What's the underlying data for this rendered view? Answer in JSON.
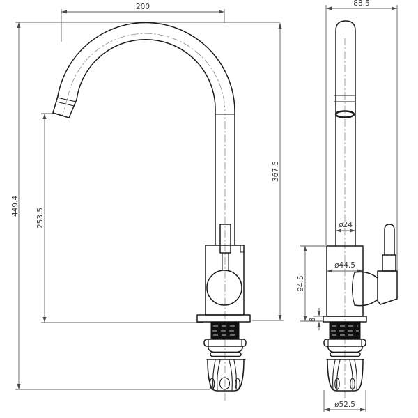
{
  "drawing": {
    "views": {
      "front": {
        "name": "front-elevation"
      },
      "side": {
        "name": "side-elevation"
      }
    },
    "dim": {
      "spout_reach": "200",
      "overall_height": "449.4",
      "outlet_height": "253.5",
      "top_above_deck": "367.5",
      "overall_depth": "88.5",
      "tube_diameter": "ø24",
      "body_diameter": "ø44.5",
      "body_height": "94.5",
      "plate_thickness": "8",
      "base_diameter": "ø52.5"
    },
    "colors": {
      "object_line": "#1b1b1b",
      "dimension_line": "#5f5f5f",
      "text": "#3a3a3a",
      "thread_fill": "#0f0f0f",
      "background": "#ffffff"
    }
  }
}
